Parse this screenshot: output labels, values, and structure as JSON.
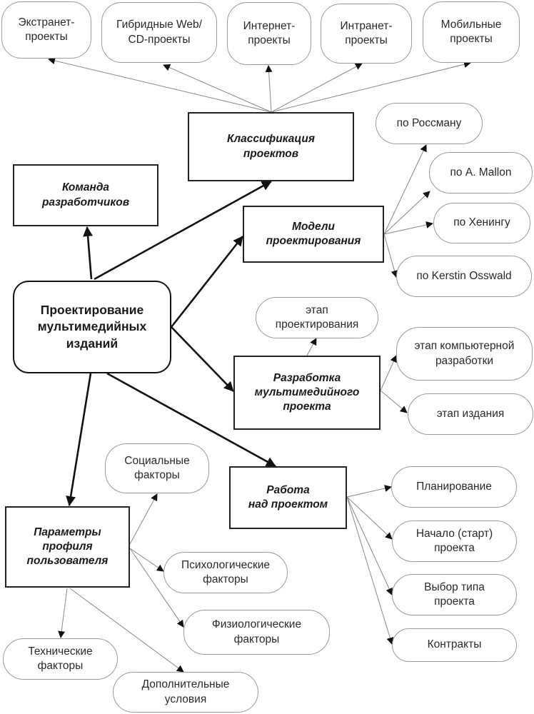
{
  "diagram": {
    "root": {
      "id": "root",
      "label": "Проектирование\nмультимедийных\nизданий"
    },
    "categories": [
      {
        "id": "team",
        "label": "Команда\nразработчиков"
      },
      {
        "id": "classification",
        "label": "Классификация\nпроектов"
      },
      {
        "id": "models",
        "label": "Модели\nпроектирования"
      },
      {
        "id": "development",
        "label": "Разработка\nмультимедийного\nпроекта"
      },
      {
        "id": "work",
        "label": "Работа\nнад проектом"
      },
      {
        "id": "profile",
        "label": "Параметры\nпрофиля\nпользователя"
      }
    ],
    "leaves": [
      {
        "id": "extranet",
        "parent": "classification",
        "label": "Экстранет-\nпроекты"
      },
      {
        "id": "hybrid",
        "parent": "classification",
        "label": "Гибридные Web/\nCD-проекты"
      },
      {
        "id": "internet",
        "parent": "classification",
        "label": "Интернет-\nпроекты"
      },
      {
        "id": "intranet",
        "parent": "classification",
        "label": "Интранет-\nпроекты"
      },
      {
        "id": "mobile",
        "parent": "classification",
        "label": "Мобильные\nпроекты"
      },
      {
        "id": "rossman",
        "parent": "models",
        "label": "по Россману"
      },
      {
        "id": "mallon",
        "parent": "models",
        "label": "по A. Mallon"
      },
      {
        "id": "hening",
        "parent": "models",
        "label": "по Хенингу"
      },
      {
        "id": "osswald",
        "parent": "models",
        "label": "по Kerstin Osswald"
      },
      {
        "id": "stage-design",
        "parent": "development",
        "label": "этап\nпроектирования"
      },
      {
        "id": "stage-computer",
        "parent": "development",
        "label": "этап компьютерной\nразработки"
      },
      {
        "id": "stage-publish",
        "parent": "development",
        "label": "этап издания"
      },
      {
        "id": "planning",
        "parent": "work",
        "label": "Планирование"
      },
      {
        "id": "start",
        "parent": "work",
        "label": "Начало (старт)\nпроекта"
      },
      {
        "id": "type-choice",
        "parent": "work",
        "label": "Выбор типа\nпроекта"
      },
      {
        "id": "contracts",
        "parent": "work",
        "label": "Контракты"
      },
      {
        "id": "social",
        "parent": "profile",
        "label": "Социальные\nфакторы"
      },
      {
        "id": "psych",
        "parent": "profile",
        "label": "Психологические\nфакторы"
      },
      {
        "id": "physio",
        "parent": "profile",
        "label": "Физиологические\nфакторы"
      },
      {
        "id": "technical",
        "parent": "profile",
        "label": "Технические\nфакторы"
      },
      {
        "id": "additional",
        "parent": "profile",
        "label": "Дополнительные\nусловия"
      }
    ]
  }
}
